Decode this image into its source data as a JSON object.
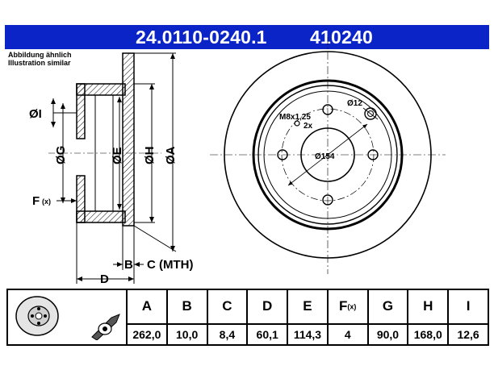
{
  "header": {
    "part_number": "24.0110-0240.1",
    "reference": "410240"
  },
  "note": {
    "line1": "Abbildung ähnlich",
    "line2": "Illustration similar"
  },
  "section_labels": {
    "dia_i": "ØI",
    "dia_g": "ØG",
    "dia_e": "ØE",
    "dia_h": "ØH",
    "dia_a": "ØA",
    "f_label": "F",
    "f_sub": "(x)",
    "b_label": "B",
    "c_label": "C (MTH)",
    "d_label": "D"
  },
  "face_labels": {
    "thread": "M8x1,25",
    "thread_count": "2x",
    "hole_dia": "Ø12",
    "center_dia": "Ø154"
  },
  "table": {
    "headers": [
      "A",
      "B",
      "C",
      "D",
      "E",
      "F",
      "G",
      "H",
      "I"
    ],
    "f_sub": "(x)",
    "values": [
      "262,0",
      "10,0",
      "8,4",
      "60,1",
      "114,3",
      "4",
      "90,0",
      "168,0",
      "12,6"
    ]
  },
  "colors": {
    "header_bg": "#0b24c8",
    "header_text": "#ffffff"
  }
}
